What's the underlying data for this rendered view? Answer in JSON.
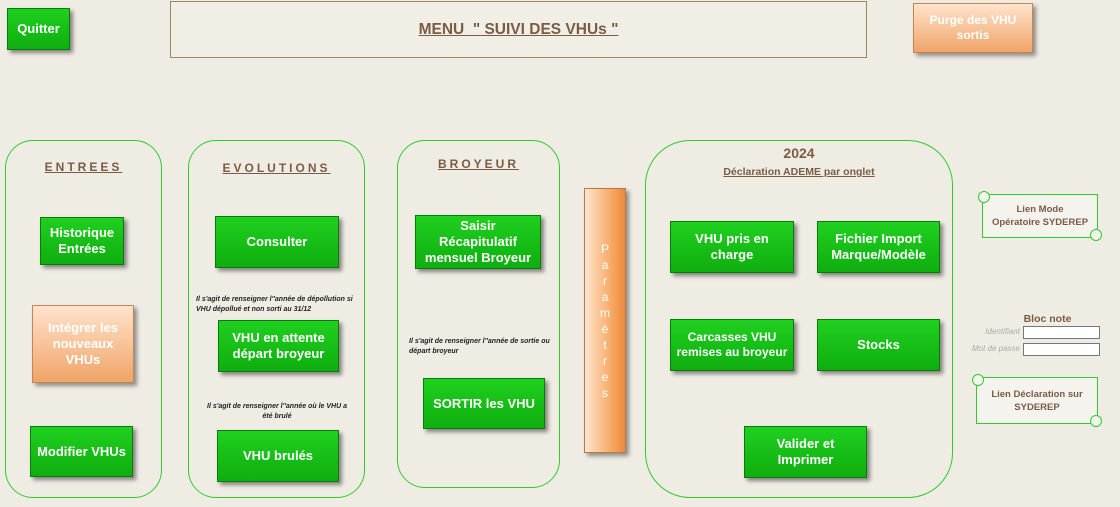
{
  "header": {
    "quit_label": "Quitter",
    "menu_title": "MENU  \" SUIVI DES VHUs \"",
    "purge_label": "Purge des VHU\nsortis"
  },
  "entrees": {
    "title": "ENTREES",
    "historique": "Historique\nEntrées",
    "integrer": "Intégrer les\nnouveaux\nVHUs",
    "modifier": "Modifier VHUs"
  },
  "evolutions": {
    "title": "EVOLUTIONS",
    "consulter": "Consulter",
    "note1": "Il s'agit de renseigner l''année de dépollution si VHU dépollué et non sorti au 31/12",
    "attente": "VHU en attente\ndépart broyeur",
    "note2": "Il s'agit de renseigner l''année où le VHU a été brulé",
    "brules": "VHU brulés"
  },
  "broyeur": {
    "title": "BROYEUR",
    "saisir": "Saisir Récapitulatif\nmensuel Broyeur",
    "note": "Il s'agit de renseigner l''année de sortie ou départ broyeur",
    "sortir": "SORTIR les VHU"
  },
  "parametres": {
    "letters": [
      "P",
      "a",
      "r",
      "a",
      "m",
      "è",
      "t",
      "r",
      "e",
      "s"
    ]
  },
  "ademe": {
    "year": "2024",
    "subtitle": "Déclaration ADEME par onglet",
    "pris": "VHU pris en\ncharge",
    "fichier": "Fichier Import\nMarque/Modèle",
    "carcasses": "Carcasses  VHU\nremises au broyeur",
    "stocks": "Stocks",
    "valider": "Valider et\nImprimer"
  },
  "side": {
    "lien_mode": "Lien Mode\nOpératoire SYDEREP",
    "bloc_note": "Bloc note",
    "identifiant_label": "Identifiant",
    "password_label": "Mot de passe",
    "identifiant_value": "",
    "password_value": "",
    "lien_declaration": "Lien Déclaration sur\nSYDEREP"
  },
  "colors": {
    "button_green": "#1fd01f",
    "button_peach": "#f0a468",
    "panel_border": "#2fcc2f",
    "title_brown": "#7a5c44",
    "background": "#efece4"
  }
}
